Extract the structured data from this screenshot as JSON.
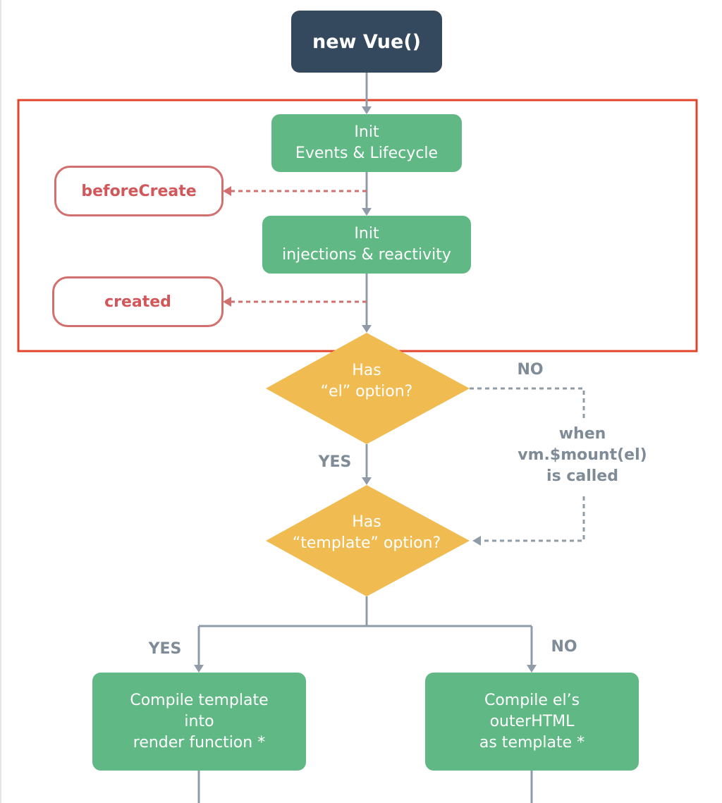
{
  "colors": {
    "start_node": "#35495e",
    "process_node": "#60b884",
    "decision_node": "#f0bb51",
    "hook_accent": "#d1706e",
    "connector": "#8f9ca8",
    "highlight_frame": "#e1462d"
  },
  "nodes": {
    "start": "new Vue()",
    "init_events": "Init\nEvents & Lifecycle",
    "init_injections": "Init\ninjections & reactivity",
    "has_el": "Has\n“el” option?",
    "has_template": "Has\n“template” option?",
    "compile_template": "Compile template\ninto\nrender function *",
    "compile_el": "Compile el’s\nouterHTML\nas template *"
  },
  "hooks": {
    "before_create": "beforeCreate",
    "created": "created"
  },
  "labels": {
    "no_el": "NO",
    "yes_el": "YES",
    "when_mount": "when\nvm.$mount(el)\nis called",
    "yes_template": "YES",
    "no_template": "NO"
  }
}
